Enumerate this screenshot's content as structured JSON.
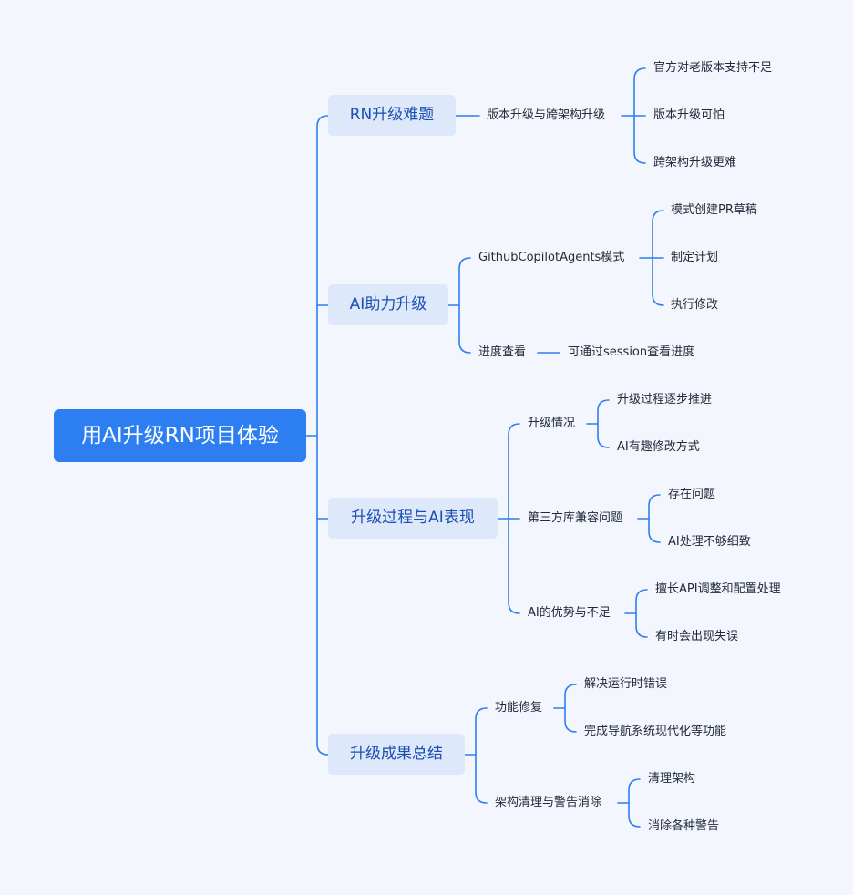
{
  "mindmap": {
    "root": "用AI升级RN项目体验",
    "branches": [
      {
        "label": "RN升级难题",
        "children": [
          {
            "label": "版本升级与跨架构升级",
            "children": [
              "官方对老版本支持不足",
              "版本升级可怕",
              "跨架构升级更难"
            ]
          }
        ]
      },
      {
        "label": "AI助力升级",
        "children": [
          {
            "label": "GithubCopilotAgents模式",
            "children": [
              "模式创建PR草稿",
              "制定计划",
              "执行修改"
            ]
          },
          {
            "label": "进度查看",
            "children": [
              "可通过session查看进度"
            ]
          }
        ]
      },
      {
        "label": "升级过程与AI表现",
        "children": [
          {
            "label": "升级情况",
            "children": [
              "升级过程逐步推进",
              "AI有趣修改方式"
            ]
          },
          {
            "label": "第三方库兼容问题",
            "children": [
              "存在问题",
              "AI处理不够细致"
            ]
          },
          {
            "label": "AI的优势与不足",
            "children": [
              "擅长API调整和配置处理",
              "有时会出现失误"
            ]
          }
        ]
      },
      {
        "label": "升级成果总结",
        "children": [
          {
            "label": "功能修复",
            "children": [
              "解决运行时错误",
              "完成导航系统现代化等功能"
            ]
          },
          {
            "label": "架构清理与警告消除",
            "children": [
              "清理架构",
              "消除各种警告"
            ]
          }
        ]
      }
    ]
  },
  "colors": {
    "background": "#f3f6fc",
    "root_fill": "#2d7ef0",
    "branch_fill": "#dde8fb",
    "branch_text": "#1b4fb3",
    "connector": "#2d7ef0",
    "leaf_text": "#222a3a"
  }
}
